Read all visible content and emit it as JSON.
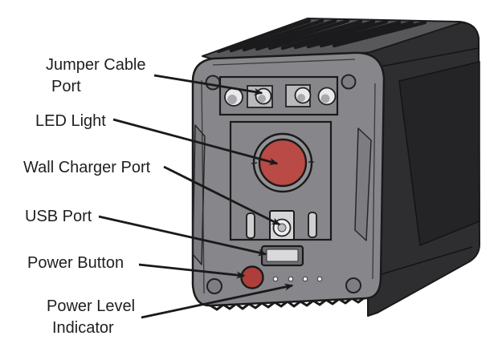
{
  "figure": {
    "type": "labeled-diagram",
    "subject": "portable-power-unit-front-view",
    "background": "#ffffff",
    "colors": {
      "outline": "#1a1a1a",
      "body_gray": "#87878b",
      "top_gray": "#58585b",
      "side_dark": "#2e2e31",
      "side_panel_dark": "#242427",
      "led_red": "#b94a46",
      "power_button_red": "#ad3e3a",
      "port_light": "#e9e9eb",
      "text": "#1f1f1f"
    },
    "labels": {
      "jumper": {
        "line1": "Jumper Cable",
        "line2": "Port"
      },
      "led": {
        "text": "LED Light"
      },
      "wall": {
        "text": "Wall Charger Port"
      },
      "usb": {
        "text": "USB Port"
      },
      "power_button": {
        "text": "Power Button"
      },
      "power_level": {
        "line1": "Power Level",
        "line2": "Indicator"
      }
    },
    "device_features": {
      "jumper_ports_count": 4,
      "power_level_dots": 4
    }
  }
}
